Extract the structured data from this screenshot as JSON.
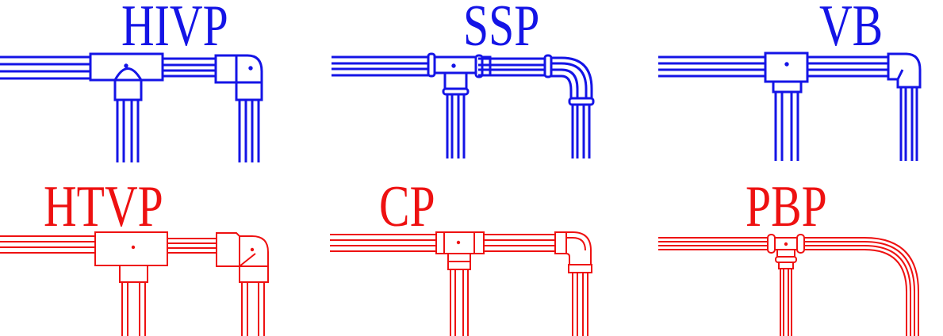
{
  "colors": {
    "blue": "#1414e6",
    "red": "#ee1111"
  },
  "panels": [
    {
      "id": "hivp",
      "label": "HIVP",
      "color": "blue"
    },
    {
      "id": "ssp",
      "label": "SSP",
      "color": "blue"
    },
    {
      "id": "vb",
      "label": "VB",
      "color": "blue"
    },
    {
      "id": "htvp",
      "label": "HTVP",
      "color": "red"
    },
    {
      "id": "cp",
      "label": "CP",
      "color": "red"
    },
    {
      "id": "pbp",
      "label": "PBP",
      "color": "red"
    }
  ]
}
